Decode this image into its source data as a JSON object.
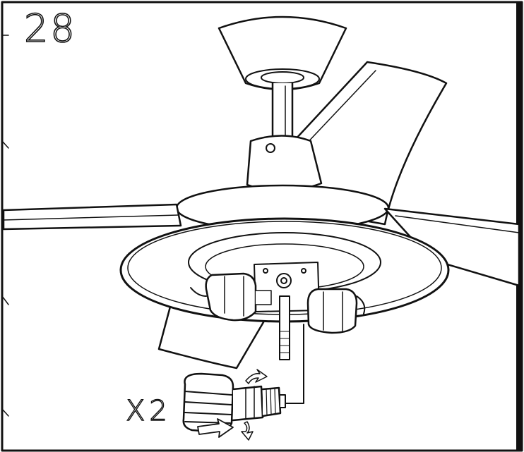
{
  "step": {
    "number": "28"
  },
  "callout": {
    "quantity": "X2"
  },
  "colors": {
    "line": "#111111",
    "background": "#ffffff"
  },
  "icons": [
    "ceiling-fan-diagram",
    "cfl-bulb-icon",
    "install-arrow-icon"
  ]
}
